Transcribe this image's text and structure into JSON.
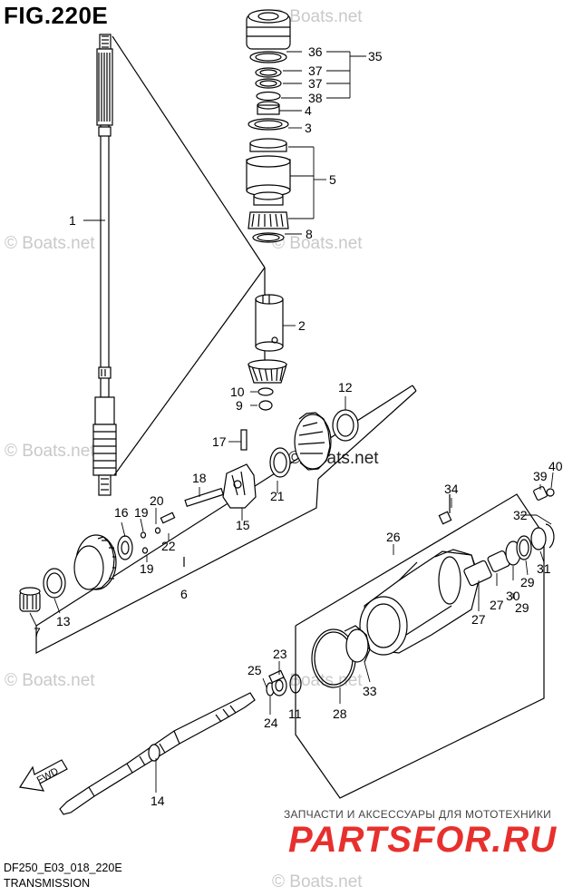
{
  "header": {
    "figure_title": "FIG.220E"
  },
  "footer": {
    "code": "DF250_E03_018_220E",
    "caption": "TRANSMISSION"
  },
  "watermark": {
    "text": "© Boats.net"
  },
  "promo": {
    "tagline": "ЗАПЧАСТИ И АКСЕССУАРЫ ДЛЯ МОТОТЕХНИКИ",
    "logo": "PARTSFOR.RU"
  },
  "callouts": [
    "1",
    "2",
    "3",
    "4",
    "5",
    "6",
    "7",
    "8",
    "9",
    "10",
    "11",
    "12",
    "13",
    "14",
    "15",
    "16",
    "17",
    "18",
    "19",
    "19",
    "20",
    "21",
    "22",
    "23",
    "24",
    "25",
    "26",
    "27",
    "27",
    "28",
    "29",
    "29",
    "30",
    "31",
    "32",
    "33",
    "34",
    "35",
    "36",
    "37",
    "37",
    "38",
    "39",
    "40"
  ]
}
